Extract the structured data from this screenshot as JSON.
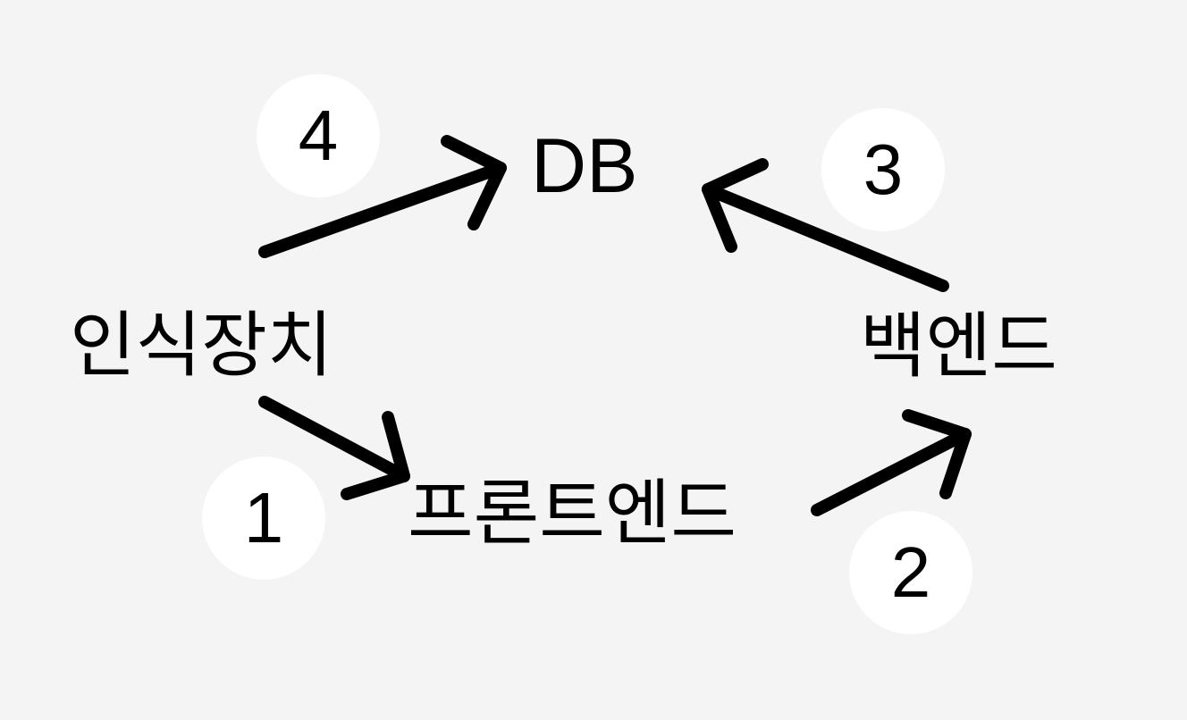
{
  "colors": {
    "background": "#f4f4f4",
    "arrow": "#000000",
    "badge_fill": "#ffffff",
    "text": "#000000"
  },
  "nodes": {
    "db": "DB",
    "recognizer": "인식장치",
    "backend": "백엔드",
    "frontend": "프론트엔드"
  },
  "steps": {
    "step1": "1",
    "step2": "2",
    "step3": "3",
    "step4": "4"
  },
  "edges": [
    {
      "from": "인식장치",
      "to": "프론트엔드",
      "step": "1"
    },
    {
      "from": "프론트엔드",
      "to": "백엔드",
      "step": "2"
    },
    {
      "from": "백엔드",
      "to": "DB",
      "step": "3"
    },
    {
      "from": "인식장치",
      "to": "DB",
      "step": "4"
    }
  ]
}
